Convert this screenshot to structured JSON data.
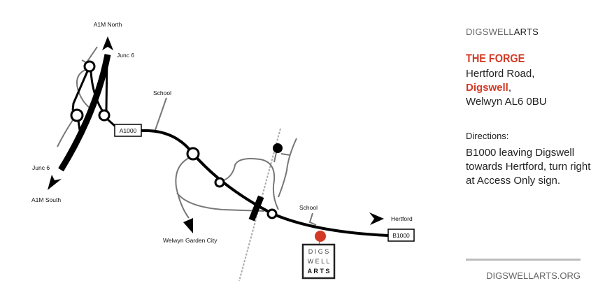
{
  "map": {
    "labels": {
      "a1m_north": "A1M North",
      "a1m_south": "A1M South",
      "junc_north": "Junc 6",
      "junc_south": "Junc 6",
      "school_1": "School",
      "school_2": "School",
      "welwyn_gc": "Welwyn Garden City",
      "hertford": "Hertford"
    },
    "road_signs": {
      "a1000": "A1000",
      "b1000": "B1000"
    },
    "logo": {
      "line1": "D I G S",
      "line2": "W E L L",
      "line3": "A R T S"
    },
    "colors": {
      "road": "#000000",
      "minor_road": "#777777",
      "railway": "#aaaaaa",
      "marker": "#d33a26"
    }
  },
  "panel": {
    "brand_light": "DIGSWELL",
    "brand_bold": "ARTS",
    "venue": "THE FORGE",
    "address_line1": "Hertford Road,",
    "address_line2_red": "Digswell",
    "address_line2_rest": ",",
    "address_line3": "Welwyn AL6 0BU",
    "directions_label": "Directions:",
    "directions_text": "B1000 leaving Digswell towards Hertford, turn right at Access Only sign.",
    "website": "DIGSWELLARTS.ORG"
  }
}
